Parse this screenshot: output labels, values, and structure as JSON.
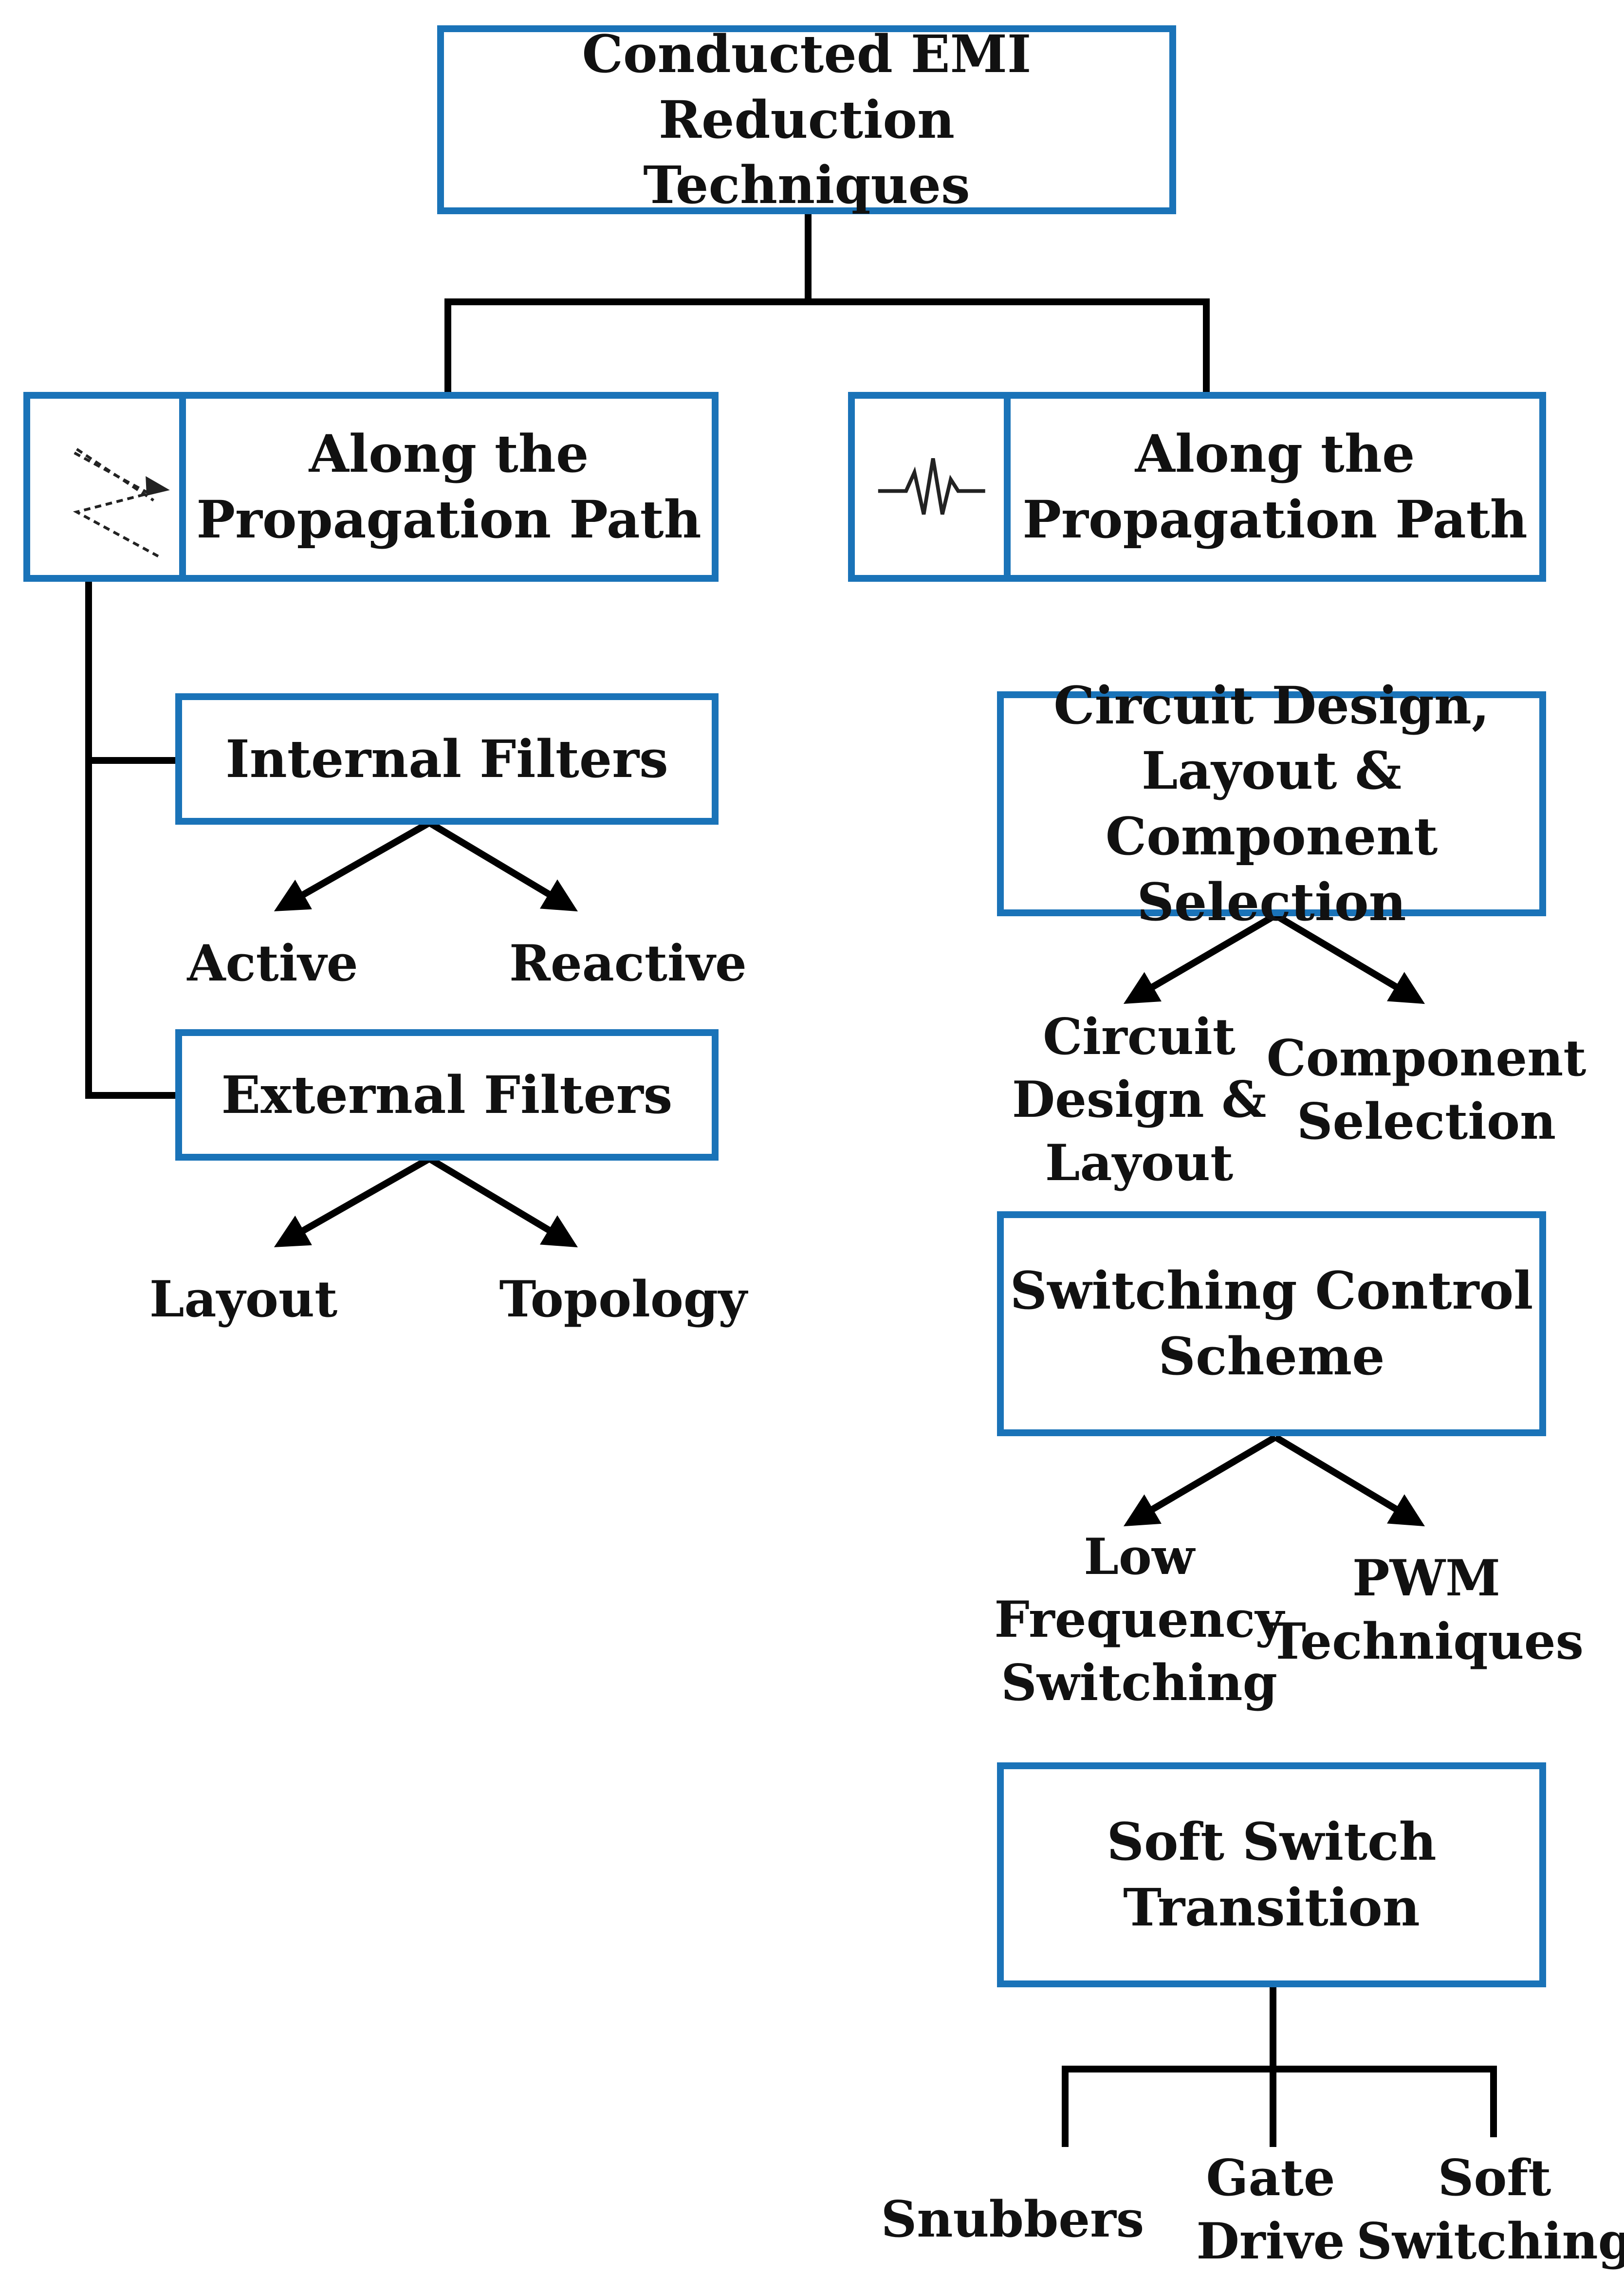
{
  "colors": {
    "box_border": "#1a73b8",
    "line": "#000000",
    "text": "#111111"
  },
  "root": {
    "label": "Conducted EMI Reduction\nTechniques"
  },
  "left_branch": {
    "icon": "dashed-zigzag-arrow-icon",
    "label": "Along the\nPropagation Path",
    "children": [
      {
        "label": "Internal Filters",
        "leaves": [
          "Active",
          "Reactive"
        ]
      },
      {
        "label": "External Filters",
        "leaves": [
          "Layout",
          "Topology"
        ]
      }
    ]
  },
  "right_branch": {
    "icon": "noise-waveform-icon",
    "label": "Along the\nPropagation Path",
    "children": [
      {
        "label": "Circuit Design,\nLayout & Component\nSelection",
        "leaves": [
          "Circuit\nDesign &\nLayout",
          "Component\nSelection"
        ]
      },
      {
        "label": "Switching Control\nScheme",
        "leaves": [
          "Low\nFrequency\nSwitching",
          "PWM\nTechniques"
        ]
      },
      {
        "label": "Soft Switch Transition",
        "leaves": [
          "Snubbers",
          "Gate\nDrive",
          "Soft\nSwitching"
        ]
      }
    ]
  }
}
